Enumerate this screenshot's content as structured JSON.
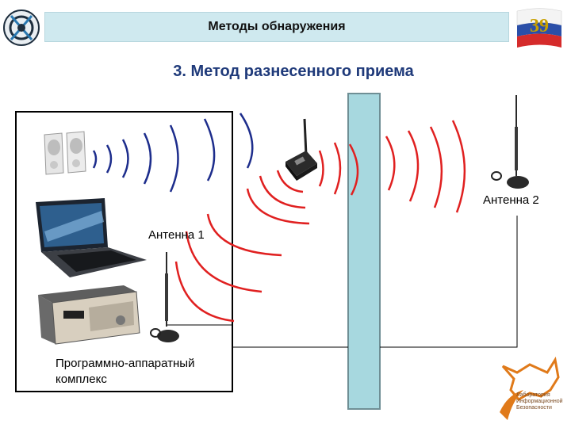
{
  "header": {
    "title": "Методы обнаружения",
    "slide_number": "39"
  },
  "subtitle": "3. Метод разнесенного приема",
  "labels": {
    "antenna1": "Антенна 1",
    "antenna2": "Антенна 2",
    "complex": "Программно-аппаратный\nкомплекс"
  },
  "logo": {
    "text": "Лаборатория\nИнформационной\nБезопасности"
  },
  "colors": {
    "title_bg": "#cfe9ef",
    "wall": "#a7d8df",
    "wave_blue": "#1d2d8c",
    "wave_red": "#e02020",
    "subtitle": "#1f3a7a"
  }
}
